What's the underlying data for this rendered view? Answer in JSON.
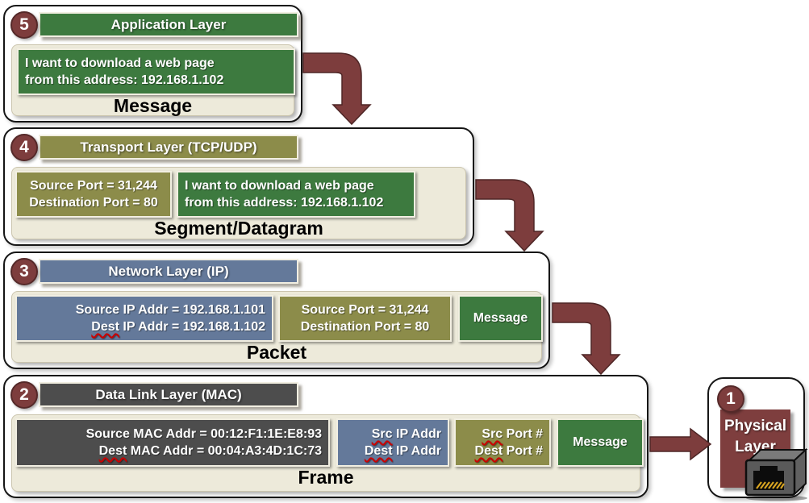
{
  "colors": {
    "maroon": "#7D3D3D",
    "green": "#3D7A3F",
    "olive": "#8C8C4A",
    "slate_blue": "#64799A",
    "dark_gray": "#4D4D4D",
    "cream_panel": "#EDEADA"
  },
  "layers": {
    "app": {
      "number": "5",
      "header": "Application Layer",
      "label": "Message",
      "msg1": "I want to download a web page",
      "msg2": "from this address: 192.168.1.102"
    },
    "transport": {
      "number": "4",
      "header": "Transport Layer (TCP/UDP)",
      "label": "Segment/Datagram",
      "port1": "Source Port = 31,244",
      "port2": "Destination Port = 80",
      "msg1": "I want to download a web page",
      "msg2": "from this address: 192.168.1.102"
    },
    "network": {
      "number": "3",
      "header": "Network Layer (IP)",
      "label": "Packet",
      "ip1": "Source IP Addr = 192.168.1.101",
      "ip2_sq": "Dest",
      "ip2_rest": " IP Addr = 192.168.1.102",
      "port1": "Source Port = 31,244",
      "port2": "Destination Port = 80",
      "message": "Message"
    },
    "datalink": {
      "number": "2",
      "header": "Data Link Layer (MAC)",
      "label": "Frame",
      "mac1": "Source MAC Addr = 00:12:F1:1E:E8:93",
      "mac2_sq": "Dest",
      "mac2_rest": " MAC Addr = 00:04:A3:4D:1C:73",
      "ip1_sq": "Src",
      "ip1_rest": " IP Addr",
      "ip2_sq": "Dest",
      "ip2_rest": " IP Addr",
      "p1_sq": "Src",
      "p1_rest": " Port #",
      "p2_sq": "Dest",
      "p2_rest": " Port #",
      "message": "Message"
    },
    "physical": {
      "number": "1",
      "line1": "Physical",
      "line2": "Layer"
    }
  },
  "icons": {
    "rj45": "rj45-jack-icon"
  }
}
